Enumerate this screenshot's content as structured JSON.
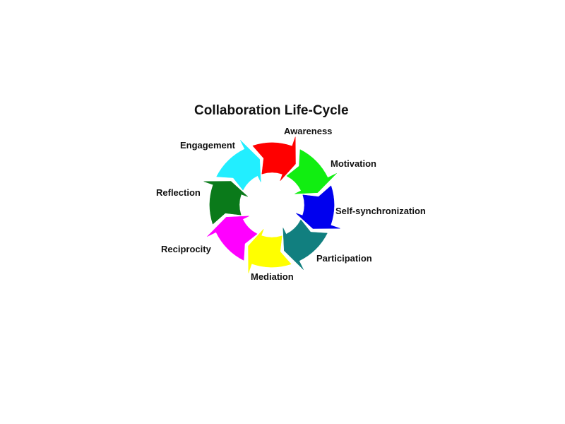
{
  "title": "Collaboration Life-Cycle",
  "stages": [
    {
      "label": "Awareness",
      "color": "#ff0000"
    },
    {
      "label": "Motivation",
      "color": "#11ee11"
    },
    {
      "label": "Self-synchronization",
      "color": "#0000ee"
    },
    {
      "label": "Participation",
      "color": "#117f7f"
    },
    {
      "label": "Mediation",
      "color": "#ffff00"
    },
    {
      "label": "Reciprocity",
      "color": "#ff00ff"
    },
    {
      "label": "Reflection",
      "color": "#0a7a1a"
    },
    {
      "label": "Engagement",
      "color": "#22eeff"
    }
  ]
}
